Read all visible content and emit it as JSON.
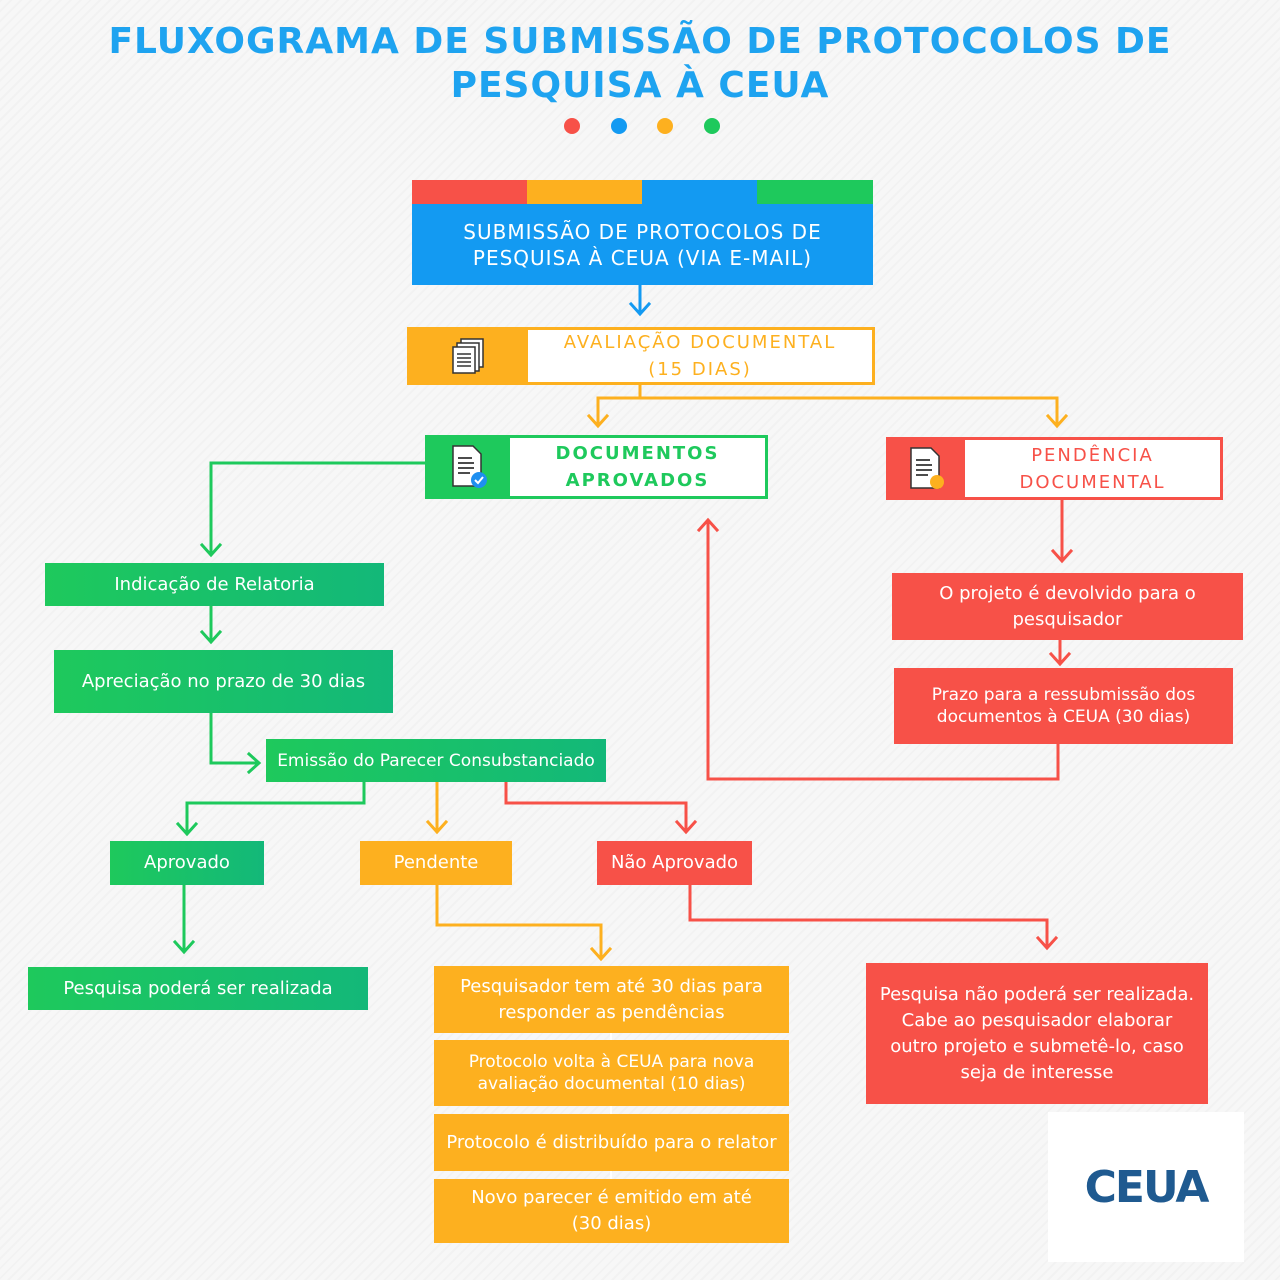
{
  "title": {
    "line1": "FLUXOGRAMA DE SUBMISSÃO DE PROTOCOLOS DE",
    "line2": "PESQUISA À CEUA"
  },
  "colors": {
    "red": "#f75148",
    "blue": "#139af2",
    "orange": "#fdb01f",
    "green": "#1ec95c"
  },
  "submission": {
    "label": "SUBMISSÃO DE PROTOCOLOS DE\nPESQUISA À CEUA (VIA E-MAIL)"
  },
  "evaluation": {
    "label": "AVALIAÇÃO DOCUMENTAL\n(15 DIAS)",
    "icon": "documents-icon"
  },
  "approved_docs": {
    "label": "DOCUMENTOS\nAPROVADOS",
    "icon": "document-check-icon"
  },
  "pending_docs": {
    "label": "PENDÊNCIA\nDOCUMENTAL",
    "icon": "document-warning-icon"
  },
  "green_path": {
    "rapporteur": "Indicação de Relatoria",
    "review": "Apreciação no prazo de 30 dias",
    "opinion": "Emissão do Parecer Consubstanciado"
  },
  "outcomes": {
    "approved": "Aprovado",
    "pending": "Pendente",
    "not_approved": "Não Aprovado"
  },
  "approved_result": "Pesquisa poderá ser realizada",
  "pending_steps": [
    "Pesquisador tem até 30 dias para\nresponder as pendências",
    "Protocolo volta à CEUA para nova\navaliação documental (10 dias)",
    "Protocolo é distribuído para o relator",
    "Novo parecer é emitido em até\n(30 dias)"
  ],
  "not_approved_result": "Pesquisa não poderá ser realizada.\nCabe ao pesquisador elaborar\noutro projeto e submetê-lo, caso\nseja de interesse",
  "red_path": {
    "returned": "O projeto é devolvido para o\npesquisador",
    "resubmit": "Prazo para a ressubmissão dos\ndocumentos à CEUA (30 dias)"
  },
  "logo": {
    "text": "CEUA"
  }
}
